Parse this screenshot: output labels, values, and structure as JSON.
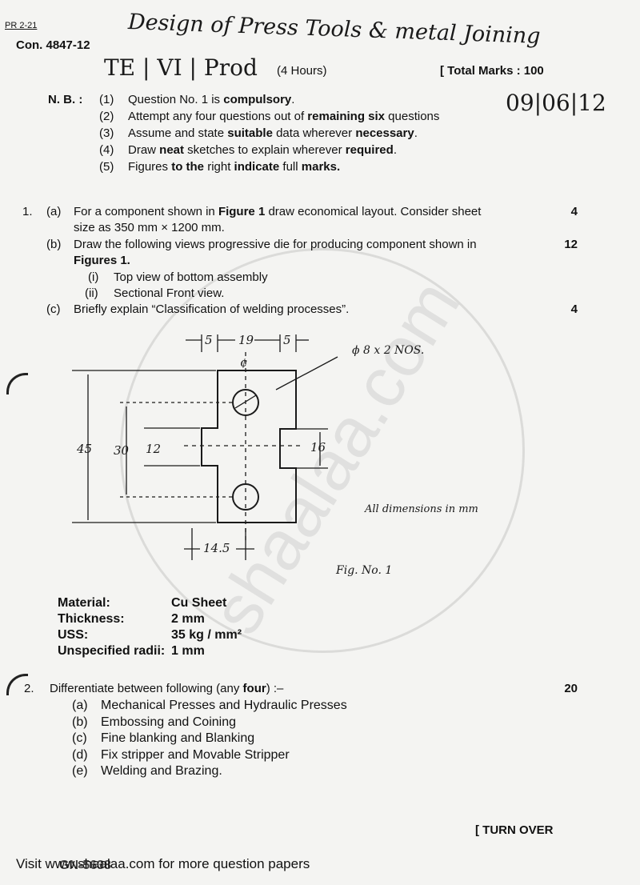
{
  "header": {
    "code": "PR 2-21",
    "con": "Con. 4847-12",
    "title_hand": "Design of Press Tools & metal Joining",
    "class_hand": "TE | VI | Prod",
    "duration": "(4 Hours)",
    "total_marks": "[ Total Marks : 100",
    "date_hand": "09|06|12"
  },
  "notes": {
    "label": "N. B. :",
    "items": [
      {
        "num": "(1)",
        "parts": [
          "Question No. 1 is ",
          "compulsory",
          "."
        ]
      },
      {
        "num": "(2)",
        "parts": [
          "Attempt any four questions out of ",
          "remaining  six",
          " questions"
        ]
      },
      {
        "num": "(3)",
        "parts": [
          "Assume and state ",
          "suitable",
          " data wherever ",
          "necessary",
          "."
        ]
      },
      {
        "num": "(4)",
        "parts": [
          "Draw ",
          "neat",
          " sketches to explain  wherever ",
          "required",
          "."
        ]
      },
      {
        "num": "(5)",
        "parts": [
          "Figures",
          " to the ",
          "right",
          " indicate ",
          "full",
          " marks."
        ]
      }
    ]
  },
  "q1": {
    "num": "1.",
    "a_label": "(a)",
    "a_text_1": "For a component shown in ",
    "a_bold": "Figure 1",
    "a_text_2": " draw economical layout.  Consider sheet",
    "a_text_3": "size as 350 mm × 1200 mm.",
    "a_marks": "4",
    "b_label": "(b)",
    "b_text_1": "Draw the following views progressive die for producing component shown in",
    "b_text_2": "Figures 1.",
    "b_marks": "12",
    "b_i_label": "(i)",
    "b_i": "Top view of bottom assembly",
    "b_ii_label": "(ii)",
    "b_ii": "Sectional Front view.",
    "c_label": "(c)",
    "c_text": "Briefly explain “Classification of welding processes”.",
    "c_marks": "4"
  },
  "figure": {
    "dim_5_left": "5",
    "dim_19": "19",
    "dim_5_right": "5",
    "center_mark": "¢",
    "hole_note": "ϕ 8 x 2 NOS.",
    "dim_45": "45",
    "dim_30": "30",
    "dim_12": "12",
    "dim_16": "16",
    "dim_14_5": "14.5",
    "note": "All dimensions in mm",
    "caption": "Fig. No. 1"
  },
  "material": {
    "rows": [
      {
        "label": "Material:",
        "value": "Cu Sheet"
      },
      {
        "label": "Thickness:",
        "value": "2 mm"
      },
      {
        "label": "USS:",
        "value": "35 kg / mm²"
      },
      {
        "label": "Unspecified radii:",
        "value": "1 mm"
      }
    ]
  },
  "q2": {
    "num": "2.",
    "text_1": "Differentiate between following (any ",
    "text_bold": "four",
    "text_2": ") :–",
    "marks": "20",
    "items": [
      {
        "label": "(a)",
        "text": "Mechanical Presses and Hydraulic Presses"
      },
      {
        "label": "(b)",
        "text": "Embossing and Coining"
      },
      {
        "label": "(c)",
        "text": "Fine blanking and Blanking"
      },
      {
        "label": "(d)",
        "text": "Fix stripper and Movable Stripper"
      },
      {
        "label": "(e)",
        "text": "Welding and Brazing."
      }
    ]
  },
  "footer": {
    "turn_over": "[ TURN OVER",
    "visit": "Visit www.shaalaa.com for more question papers",
    "gn": "GN-5638"
  },
  "watermark": "shaalaa.com"
}
